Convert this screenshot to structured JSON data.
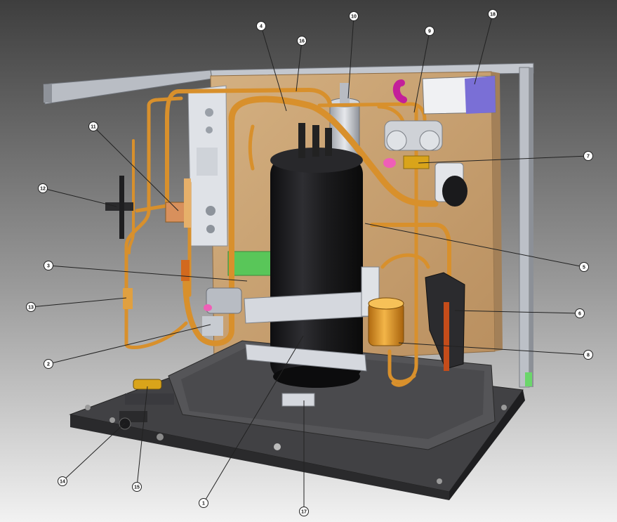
{
  "diagram": {
    "callouts": [
      {
        "id": "1",
        "label": "1"
      },
      {
        "id": "2",
        "label": "2"
      },
      {
        "id": "3",
        "label": "3"
      },
      {
        "id": "4",
        "label": "4"
      },
      {
        "id": "5",
        "label": "5"
      },
      {
        "id": "6",
        "label": "6"
      },
      {
        "id": "7",
        "label": "7"
      },
      {
        "id": "8",
        "label": "8"
      },
      {
        "id": "9",
        "label": "9"
      },
      {
        "id": "10",
        "label": "10"
      },
      {
        "id": "11",
        "label": "11"
      },
      {
        "id": "12",
        "label": "12"
      },
      {
        "id": "13",
        "label": "13"
      },
      {
        "id": "14",
        "label": "14"
      },
      {
        "id": "15",
        "label": "15"
      },
      {
        "id": "16",
        "label": "16"
      },
      {
        "id": "17",
        "label": "17"
      },
      {
        "id": "18",
        "label": "18"
      }
    ]
  },
  "colors": {
    "copper": "#d8902c",
    "compressor": "#1c1c1e",
    "base": "#3a3a3c",
    "backplate": "#c9a373",
    "bracket": "#c9ccd2",
    "callout_fill": "#ffffff",
    "callout_stroke": "#222222"
  }
}
